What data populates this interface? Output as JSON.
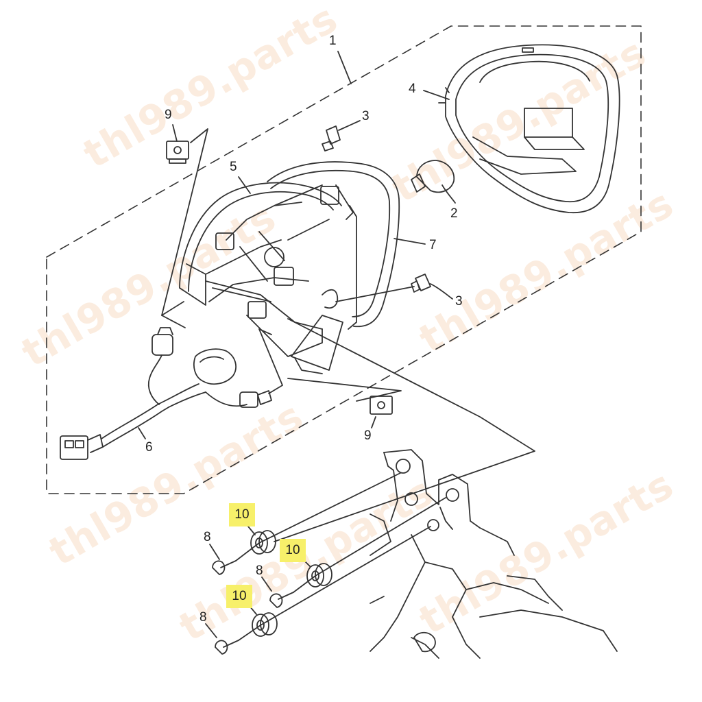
{
  "watermark": {
    "text": "thl989.parts",
    "color": "#eeaa6e"
  },
  "colors": {
    "line": "#333333",
    "highlight": "#f7f06a"
  },
  "callouts": [
    {
      "id": "c1",
      "text": "1",
      "highlighted": false
    },
    {
      "id": "c2",
      "text": "2",
      "highlighted": false
    },
    {
      "id": "c3a",
      "text": "3",
      "highlighted": false
    },
    {
      "id": "c3b",
      "text": "3",
      "highlighted": false
    },
    {
      "id": "c4",
      "text": "4",
      "highlighted": false
    },
    {
      "id": "c5",
      "text": "5",
      "highlighted": false
    },
    {
      "id": "c6",
      "text": "6",
      "highlighted": false
    },
    {
      "id": "c7",
      "text": "7",
      "highlighted": false
    },
    {
      "id": "c8a",
      "text": "8",
      "highlighted": false
    },
    {
      "id": "c8b",
      "text": "8",
      "highlighted": false
    },
    {
      "id": "c8c",
      "text": "8",
      "highlighted": false
    },
    {
      "id": "c9a",
      "text": "9",
      "highlighted": false
    },
    {
      "id": "c9b",
      "text": "9",
      "highlighted": false
    },
    {
      "id": "c10a",
      "text": "10",
      "highlighted": true
    },
    {
      "id": "c10b",
      "text": "10",
      "highlighted": true
    },
    {
      "id": "c10c",
      "text": "10",
      "highlighted": true
    }
  ]
}
